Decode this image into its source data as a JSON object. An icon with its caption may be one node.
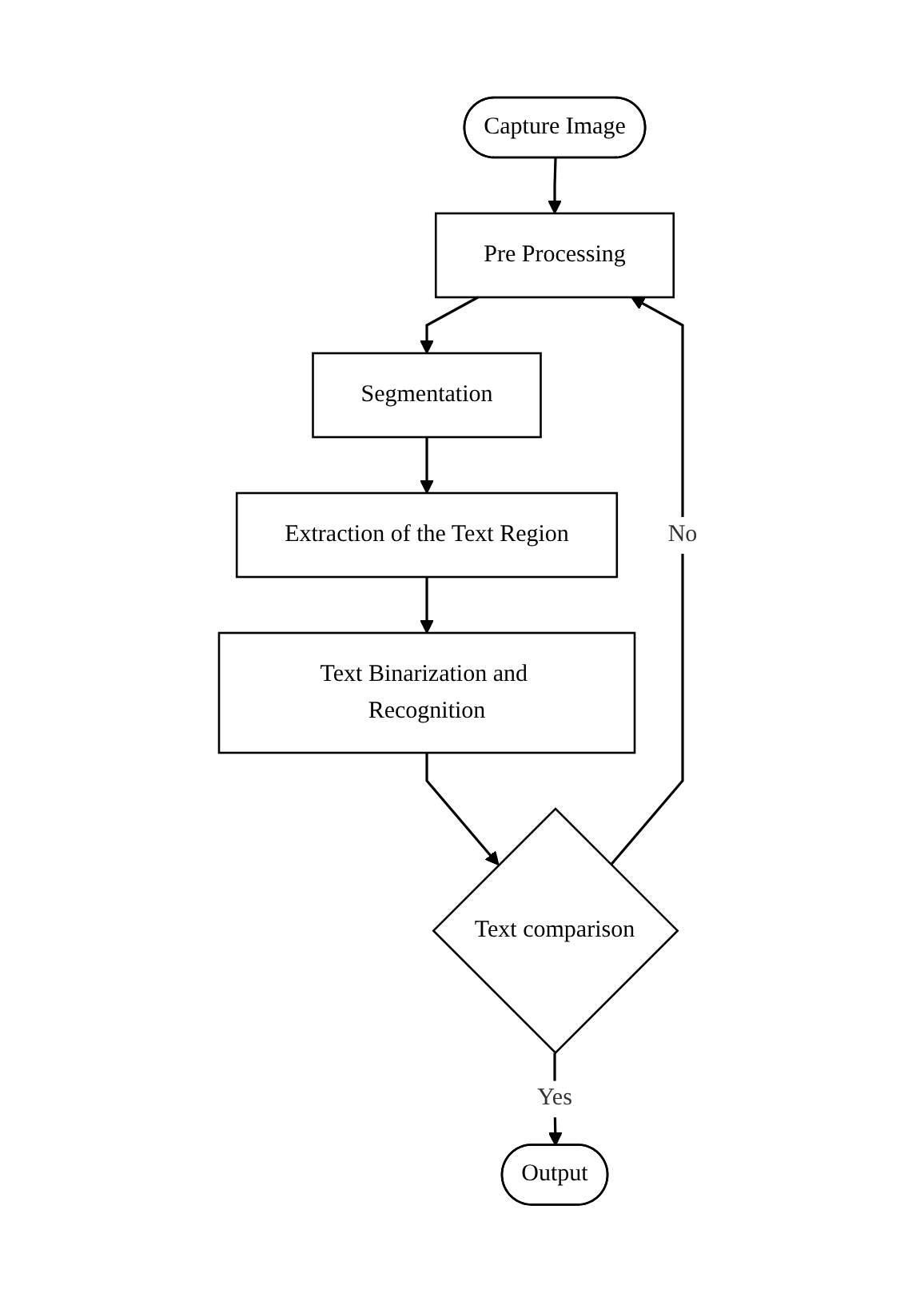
{
  "diagram": {
    "nodes": [
      {
        "text": [
          "Capture Image"
        ]
      },
      {
        "text": [
          "Pre Processing"
        ]
      },
      {
        "text": [
          "Segmentation"
        ]
      },
      {
        "text": [
          "Extraction of the Text Region"
        ]
      },
      {
        "text": [
          "Text Binarization and Recognition"
        ]
      },
      {
        "text": [
          "Text comparison"
        ]
      },
      {
        "text": [
          "Output"
        ]
      }
    ],
    "edges": [
      {
        "from": 0,
        "to": 1,
        "arrow": "to"
      },
      {
        "from": 1,
        "to": 2,
        "arrow": "to"
      },
      {
        "from": 2,
        "to": 3,
        "arrow": "to"
      },
      {
        "from": 3,
        "to": 4,
        "arrow": "to"
      },
      {
        "from": 4,
        "to": 5,
        "arrow": "to"
      },
      {
        "from": 5,
        "to": 1,
        "label": "No",
        "arrow": "to"
      },
      {
        "from": 5,
        "to": 6,
        "label": "Yes",
        "arrow": "to"
      }
    ]
  }
}
